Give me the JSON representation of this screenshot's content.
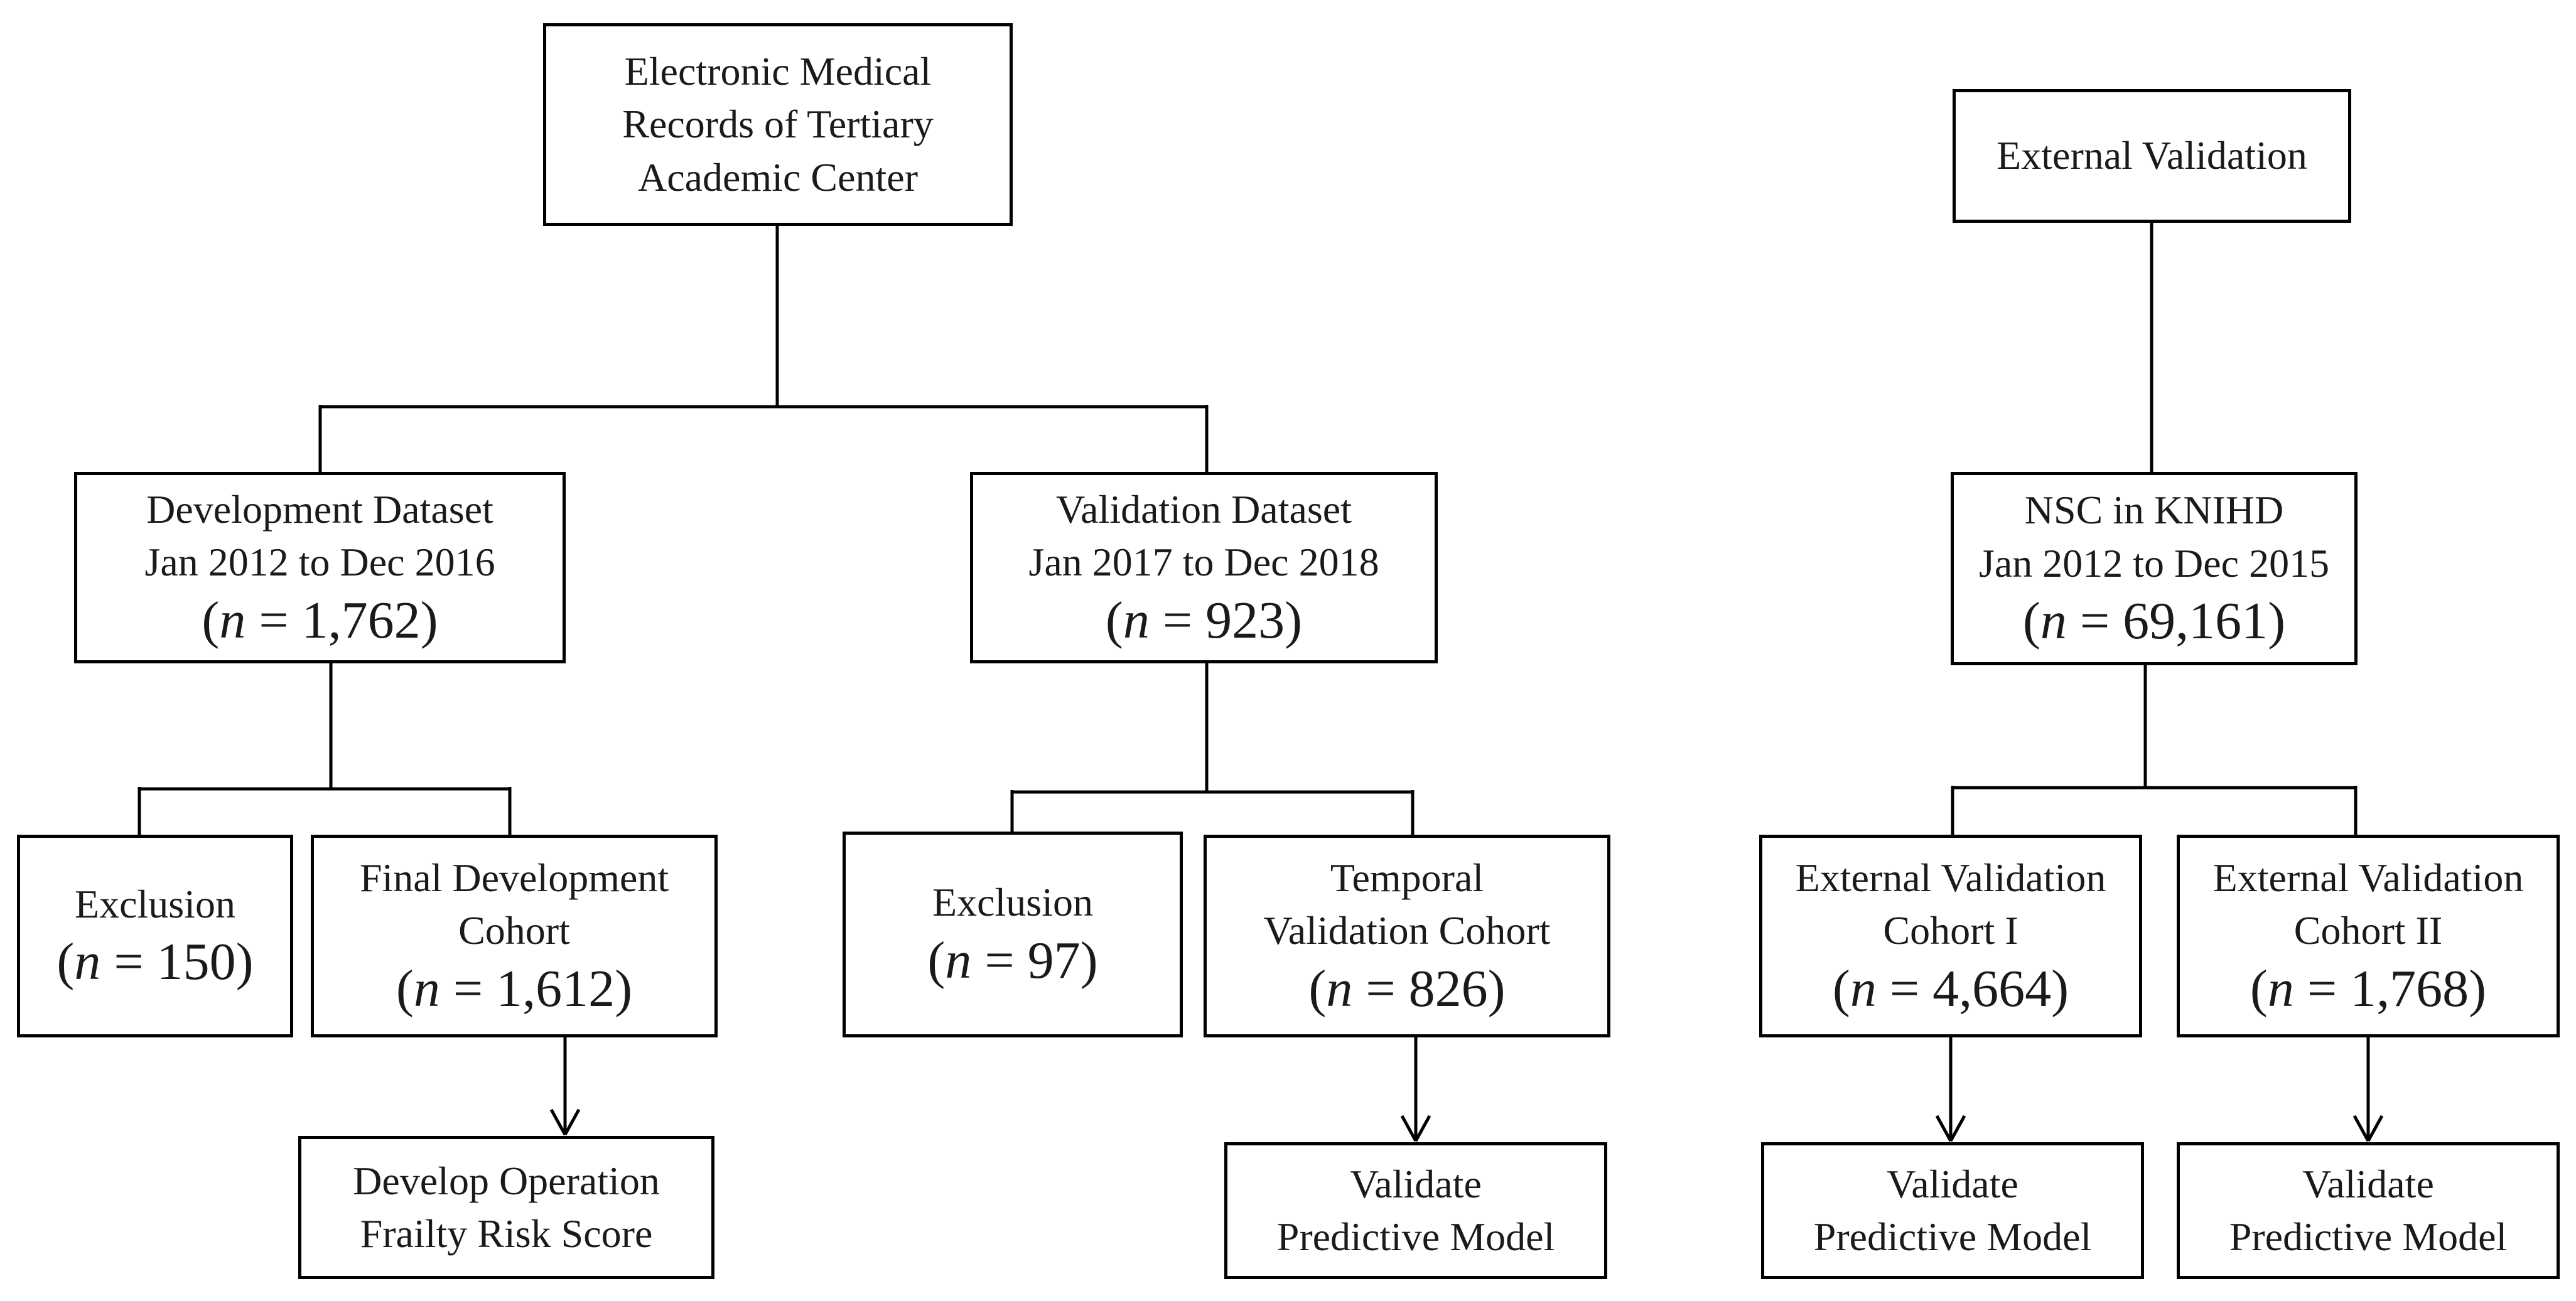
{
  "nodes": {
    "emr": {
      "lines": [
        "Electronic Medical",
        "Records of Tertiary",
        "Academic Center"
      ]
    },
    "ext_header": {
      "lines": [
        "External Validation"
      ]
    },
    "dev": {
      "lines": [
        "Development Dataset",
        "Jan 2012 to Dec 2016"
      ],
      "n_var": "n",
      "n_rest": " = 1,762)"
    },
    "val": {
      "lines": [
        "Validation Dataset",
        "Jan 2017 to Dec 2018"
      ],
      "n_var": "n",
      "n_rest": " = 923)"
    },
    "nsc": {
      "lines": [
        "NSC in KNIHD",
        "Jan 2012 to Dec 2015"
      ],
      "n_var": "n",
      "n_rest": " = 69,161)"
    },
    "excl_dev": {
      "lines": [
        "Exclusion"
      ],
      "n_var": "n",
      "n_rest": " = 150)"
    },
    "final_dev": {
      "lines": [
        "Final Development",
        "Cohort"
      ],
      "n_var": "n",
      "n_rest": " = 1,612)"
    },
    "excl_val": {
      "lines": [
        "Exclusion"
      ],
      "n_var": "n",
      "n_rest": " = 97)"
    },
    "temporal": {
      "lines": [
        "Temporal",
        "Validation Cohort"
      ],
      "n_var": "n",
      "n_rest": " = 826)"
    },
    "ext1": {
      "lines": [
        "External Validation",
        "Cohort I"
      ],
      "n_var": "n",
      "n_rest": " = 4,664)"
    },
    "ext2": {
      "lines": [
        "External Validation",
        "Cohort II"
      ],
      "n_var": "n",
      "n_rest": " = 1,768)"
    },
    "develop_score": {
      "lines": [
        "Develop Operation",
        "Frailty Risk Score"
      ]
    },
    "validate_temporal": {
      "lines": [
        "Validate",
        "Predictive Model"
      ]
    },
    "validate_ext1": {
      "lines": [
        "Validate",
        "Predictive Model"
      ]
    },
    "validate_ext2": {
      "lines": [
        "Validate",
        "Predictive Model"
      ]
    }
  }
}
